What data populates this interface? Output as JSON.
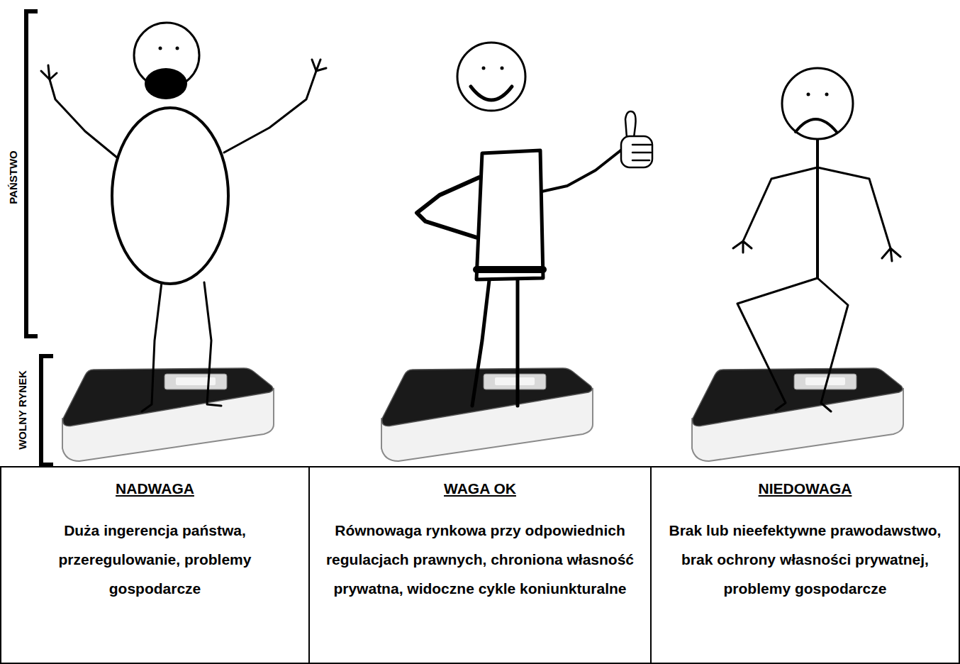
{
  "diagram": {
    "nodes": [
      {
        "text": [
          "NADWAGA",
          "Duża ingerencja państwa, przeregulowanie, problemy gospodarcze"
        ]
      },
      {
        "text": [
          "WAGA OK",
          "Równowaga rynkowa przy odpowiednich regulacjach prawnych, chroniona własność prywatna, widoczne cykle koniunkturalne"
        ]
      },
      {
        "text": [
          "NIEDOWAGA",
          "Brak lub nieefektywne prawodawstwo, brak ochrony własności prywatnej, problemy gospodarcze"
        ]
      }
    ],
    "labels": [
      "PAŃSTWO",
      "WOLNY RYNEK"
    ]
  }
}
